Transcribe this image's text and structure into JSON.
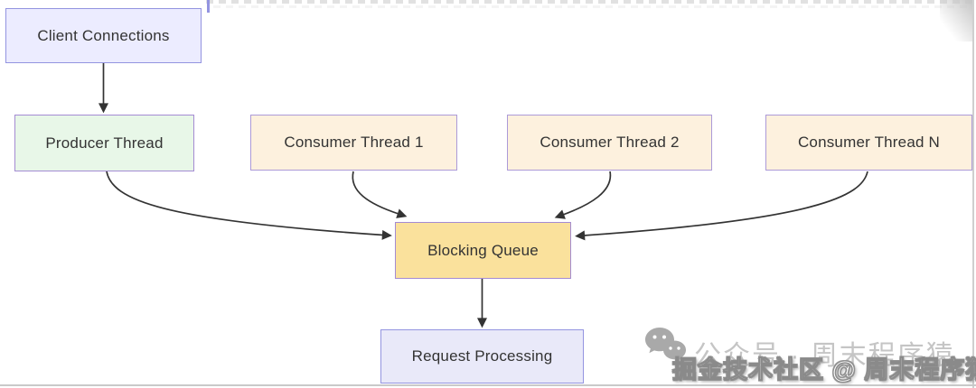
{
  "diagram": {
    "line_color": "#333333",
    "text_color": "#333333",
    "nodes": {
      "client": {
        "id": "client-connections",
        "label": "Client Connections",
        "fill": "#ECECFF",
        "stroke": "#9394E0"
      },
      "producer": {
        "id": "producer-thread",
        "label": "Producer Thread",
        "fill": "#E8F7E8",
        "stroke": "#A48BD3"
      },
      "consumer1": {
        "id": "consumer-thread-1",
        "label": "Consumer Thread 1",
        "fill": "#FDF1DE",
        "stroke": "#AC9AD8"
      },
      "consumer2": {
        "id": "consumer-thread-2",
        "label": "Consumer Thread 2",
        "fill": "#FDF1DE",
        "stroke": "#AC9AD8"
      },
      "consumerN": {
        "id": "consumer-thread-n",
        "label": "Consumer Thread N",
        "fill": "#FDF1DE",
        "stroke": "#AC9AD8"
      },
      "queue": {
        "id": "blocking-queue",
        "label": "Blocking Queue",
        "fill": "#FAE19C",
        "stroke": "#A48BD3"
      },
      "request": {
        "id": "request-processing",
        "label": "Request Processing",
        "fill": "#E9E9F9",
        "stroke": "#9394E0"
      }
    },
    "edges": [
      {
        "from": "client-connections",
        "to": "producer-thread"
      },
      {
        "from": "producer-thread",
        "to": "blocking-queue"
      },
      {
        "from": "consumer-thread-1",
        "to": "blocking-queue"
      },
      {
        "from": "consumer-thread-2",
        "to": "blocking-queue"
      },
      {
        "from": "consumer-thread-n",
        "to": "blocking-queue"
      },
      {
        "from": "blocking-queue",
        "to": "request-processing"
      }
    ]
  },
  "watermark": {
    "icon": "wechat-icon",
    "gray_text": "公众号 · 周末程序猿",
    "white_text": "掘金技术社区 @ 周末程序猿",
    "gray_color": "#b7b7b7"
  }
}
